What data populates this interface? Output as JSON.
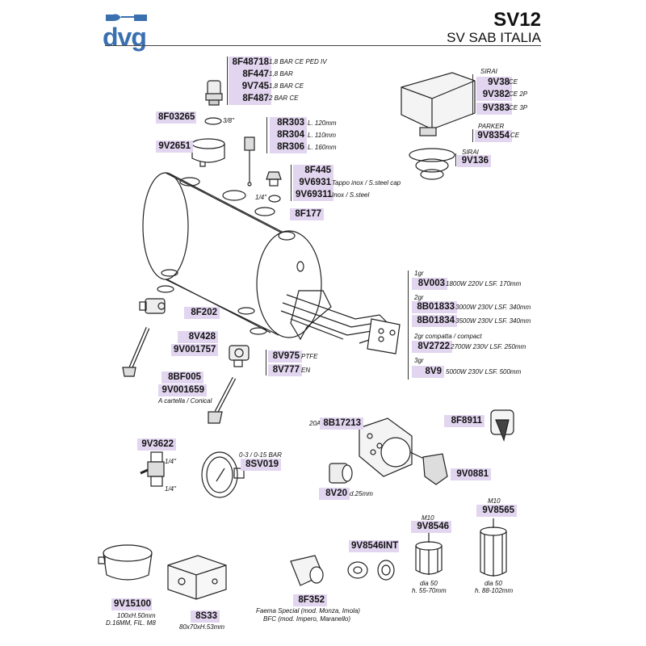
{
  "brand": {
    "logo_text": "dvg",
    "logo_color": "#3a6fb0"
  },
  "header": {
    "title": "SV12",
    "subtitle": "SV SAB ITALIA"
  },
  "colors": {
    "code_bg": "#e2d5ef",
    "line": "#333333"
  },
  "parts": {
    "safety_valves": [
      {
        "code": "8F48718",
        "note": "1,8 BAR CE PED IV"
      },
      {
        "code": "8F447",
        "note": "1,8 BAR"
      },
      {
        "code": "9V745",
        "note": "1,8 BAR CE"
      },
      {
        "code": "8F487",
        "note": "2 BAR CE"
      }
    ],
    "gasket_8F03265": {
      "code": "8F03265",
      "note": "3/8\""
    },
    "cup_9V2651": {
      "code": "9V2651"
    },
    "probes": [
      {
        "code": "8R303",
        "note": "L. 120mm"
      },
      {
        "code": "8R304",
        "note": "L. 110mm"
      },
      {
        "code": "8R306",
        "note": "L. 160mm"
      }
    ],
    "pressostat": {
      "group1": {
        "header": "SIRAI",
        "items": [
          {
            "code": "9V38",
            "note": "CE"
          },
          {
            "code": "9V382",
            "note": "CE 2P"
          },
          {
            "code": "9V383",
            "note": "CE 3P"
          }
        ]
      },
      "group2": {
        "header": "PARKER",
        "items": [
          {
            "code": "9V8354",
            "note": "CE"
          }
        ]
      },
      "group3": {
        "header": "SIRAI",
        "items": [
          {
            "code": "9V136",
            "note": ""
          }
        ]
      }
    },
    "caps": [
      {
        "code": "8F445",
        "note": ""
      },
      {
        "code": "9V6931",
        "note": "Tappo inox / S.steel cap"
      },
      {
        "code": "9V69311",
        "note": "Inox / S.steel"
      }
    ],
    "fitting_8F177": {
      "code": "8F177",
      "note": "1/4\""
    },
    "heaters": [
      {
        "header": "1gr",
        "code": "8V003",
        "note": "1800W 220V LSF. 170mm"
      },
      {
        "header": "2gr",
        "code": "8B01833",
        "note": "3000W 230V LSF. 340mm"
      },
      {
        "header": "",
        "code": "8B01834",
        "note": "3500W 230V LSF. 340mm"
      },
      {
        "header": "2gr compatta / compact",
        "code": "8V2722",
        "note": "2700W 230V LSF. 250mm"
      },
      {
        "header": "3gr",
        "code": "8V9",
        "note": "5000W 230V LSF. 500mm"
      }
    ],
    "gaskets_heater": [
      {
        "code": "8V975",
        "note": "PTFE"
      },
      {
        "code": "8V777",
        "note": "EN"
      }
    ],
    "gasket_8F202": {
      "code": "8F202"
    },
    "tap_parts": [
      {
        "code": "8V428"
      },
      {
        "code": "9V001757"
      }
    ],
    "level_tubes": {
      "items": [
        {
          "code": "8BF005"
        },
        {
          "code": "9V001659"
        }
      ],
      "note": "A cartella / Conical"
    },
    "switch_8B17213": {
      "code": "8B17213",
      "prefix": "20A"
    },
    "knob_8F8911": {
      "code": "8F8911"
    },
    "knob_9V0881": {
      "code": "9V0881"
    },
    "lamp_8V20": {
      "code": "8V20",
      "note": "d.25mm"
    },
    "valve_9V3622": {
      "code": "9V3622",
      "note_top": "1/4\"",
      "note_bottom": "1/4\""
    },
    "gauge_8SV019": {
      "code": "8SV019",
      "note": "0-3 / 0-15 BAR"
    },
    "cup_9V15100": {
      "code": "9V15100",
      "note1": "100xH.50mm",
      "note2": "D.16MM, FIL. M8"
    },
    "box_8S33": {
      "code": "8S33",
      "note": "80x70xH.53mm"
    },
    "connector_8F352": {
      "code": "8F352",
      "note1": "Faema Special (mod. Monza, Imola)",
      "note2": "BFC (mod. Impero, Maranello)"
    },
    "washer_9V8546INT": {
      "code": "9V8546INT"
    },
    "filter_9V8546": {
      "code": "9V8546",
      "header": "M10",
      "note1": "dia 50",
      "note2": "h. 55-70mm"
    },
    "filter_9V8565": {
      "code": "9V8565",
      "header": "M10",
      "note1": "dia 50",
      "note2": "h. 88-102mm"
    }
  }
}
